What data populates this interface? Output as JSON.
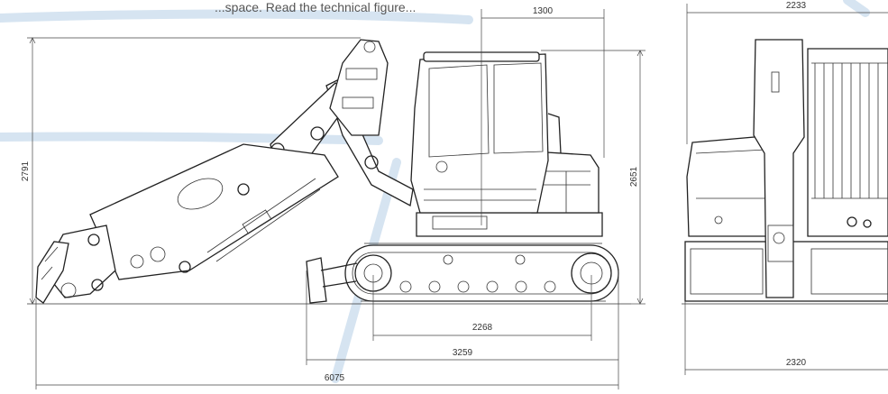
{
  "caption": "...space. Read the technical figure...",
  "dimensions": {
    "overall_height": "2791",
    "cab_height": "2651",
    "tail_overhang": "1300",
    "track_tumbler_length": "2268",
    "track_length": "3259",
    "overall_length": "6075",
    "top_width": "2233",
    "overall_width": "2320"
  }
}
